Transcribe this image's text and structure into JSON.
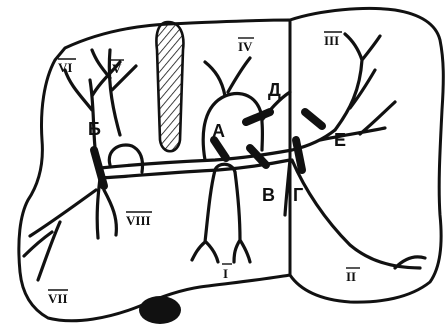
{
  "roman_labels": {
    "I": "I",
    "II": "II",
    "III": "III",
    "IV": "IV",
    "V": "V",
    "VI": "VI",
    "VII": "VII",
    "VIII": "VIII"
  },
  "letter_labels": {
    "A": "А",
    "B": "Б",
    "V": "В",
    "G": "Г",
    "D": "Д",
    "E": "Е"
  },
  "colors": {
    "ink": "#111111",
    "background": "#ffffff"
  }
}
